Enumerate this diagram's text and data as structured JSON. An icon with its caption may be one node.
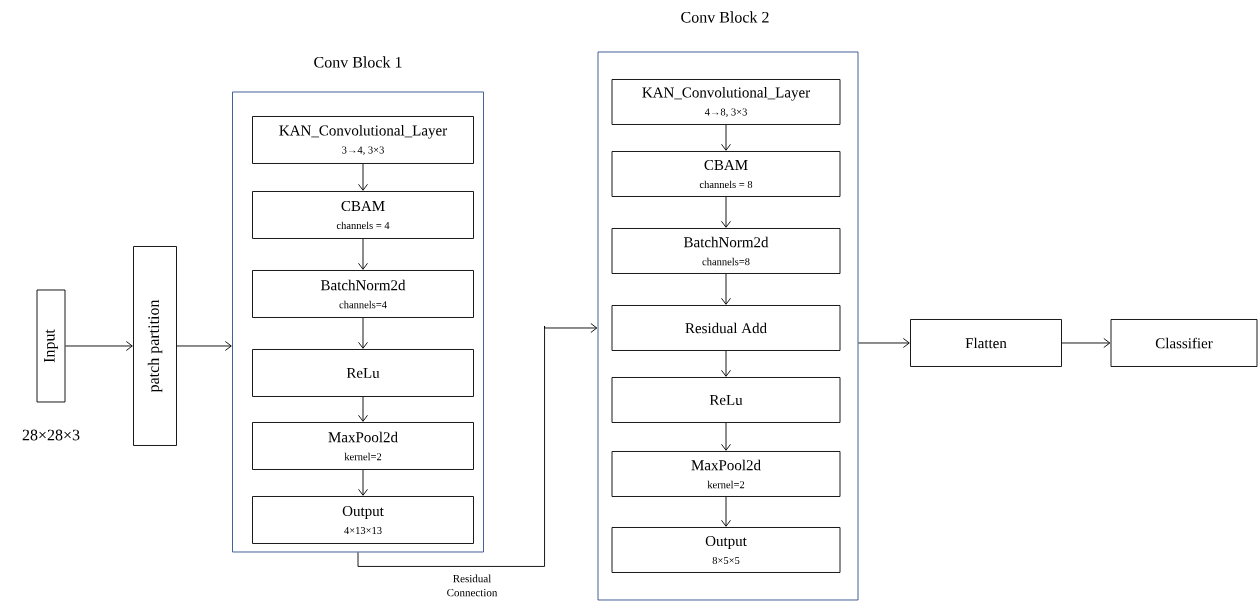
{
  "diagram": {
    "nodes": [
      {
        "text": [
          "Input"
        ],
        "beside": [
          "28×28×3"
        ]
      },
      {
        "text": [
          "patch partition"
        ]
      },
      {
        "text": [
          "Conv Block 1"
        ]
      },
      {
        "text": [
          "KAN_Convolutional_Layer",
          "3→4, 3×3"
        ],
        "in": 2
      },
      {
        "text": [
          "CBAM",
          "channels = 4"
        ],
        "in": 2
      },
      {
        "text": [
          "BatchNorm2d",
          "channels=4"
        ],
        "in": 2
      },
      {
        "text": [
          "ReLu"
        ],
        "in": 2
      },
      {
        "text": [
          "MaxPool2d",
          "kernel=2"
        ],
        "in": 2
      },
      {
        "text": [
          "Output",
          "4×13×13"
        ],
        "in": 2
      },
      {
        "text": [
          "Conv Block 2"
        ]
      },
      {
        "text": [
          "KAN_Convolutional_Layer",
          "4→8, 3×3"
        ],
        "in": 9
      },
      {
        "text": [
          "CBAM",
          "channels = 8"
        ],
        "in": 9
      },
      {
        "text": [
          "BatchNorm2d",
          "channels=8"
        ],
        "in": 9
      },
      {
        "text": [
          "Residual Add"
        ],
        "in": 9
      },
      {
        "text": [
          "ReLu"
        ],
        "in": 9
      },
      {
        "text": [
          "MaxPool2d",
          "kernel=2"
        ],
        "in": 9
      },
      {
        "text": [
          "Output",
          "8×5×5"
        ],
        "in": 9
      },
      {
        "text": [
          "Flatten"
        ]
      },
      {
        "text": [
          "Classifier"
        ]
      }
    ],
    "edges": [
      {
        "from": 0,
        "to": 1,
        "arrow": "to"
      },
      {
        "from": 1,
        "to": 2,
        "arrow": "to"
      },
      {
        "from": 3,
        "to": 4,
        "arrow": "to"
      },
      {
        "from": 4,
        "to": 5,
        "arrow": "to"
      },
      {
        "from": 5,
        "to": 6,
        "arrow": "to"
      },
      {
        "from": 6,
        "to": 7,
        "arrow": "to"
      },
      {
        "from": 7,
        "to": 8,
        "arrow": "to"
      },
      {
        "from": 2,
        "to": 9,
        "arrow": "to",
        "label": "Residual Connection"
      },
      {
        "from": 10,
        "to": 11,
        "arrow": "to"
      },
      {
        "from": 11,
        "to": 12,
        "arrow": "to"
      },
      {
        "from": 12,
        "to": 13,
        "arrow": "to"
      },
      {
        "from": 13,
        "to": 14,
        "arrow": "to"
      },
      {
        "from": 14,
        "to": 15,
        "arrow": "to"
      },
      {
        "from": 15,
        "to": 16,
        "arrow": "to"
      },
      {
        "from": 9,
        "to": 17,
        "arrow": "to"
      },
      {
        "from": 17,
        "to": 18,
        "arrow": "to"
      }
    ]
  }
}
